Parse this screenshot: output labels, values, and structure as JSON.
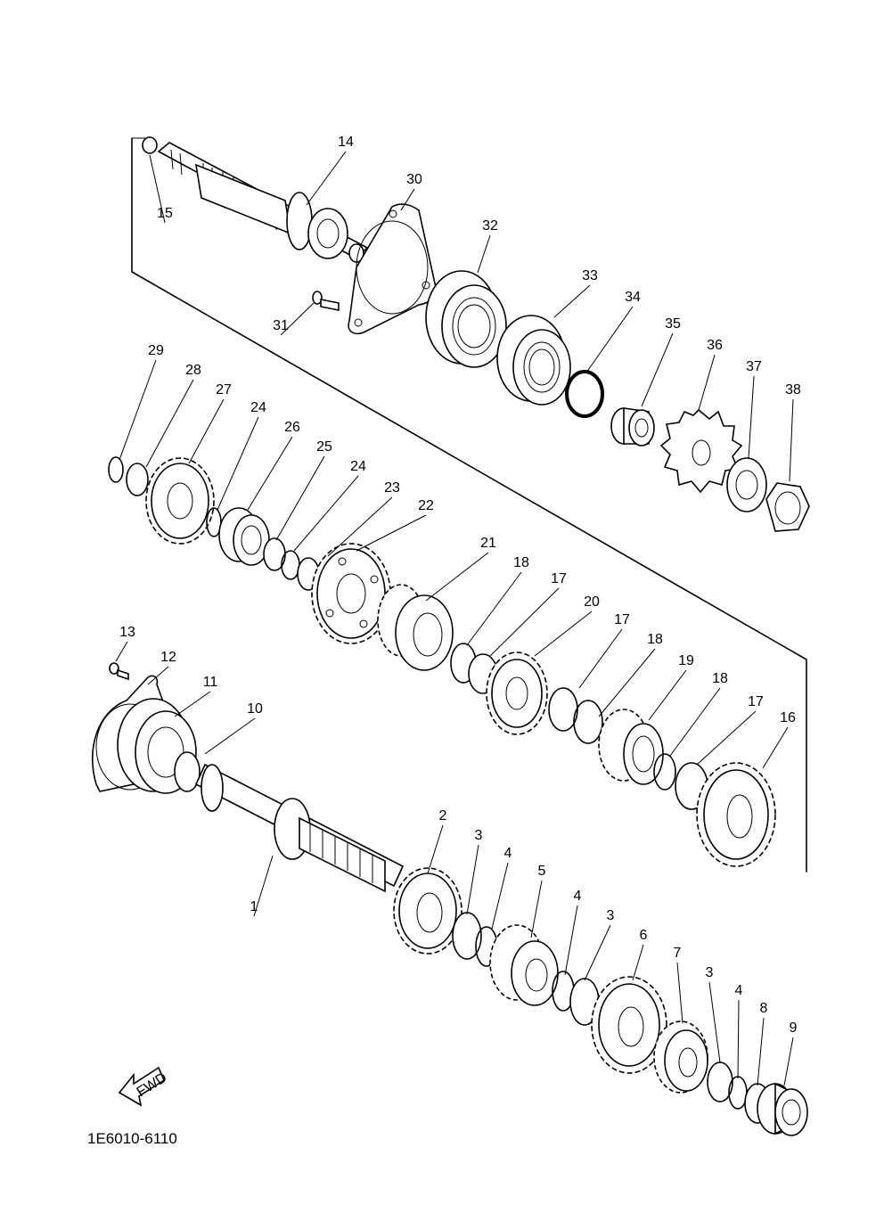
{
  "diagram": {
    "part_code": "1E6010-6110",
    "fwd_label": "FWD",
    "labels": [
      "1",
      "2",
      "3",
      "4",
      "5",
      "4",
      "3",
      "6",
      "7",
      "3",
      "4",
      "8",
      "9",
      "10",
      "11",
      "12",
      "13",
      "14",
      "15",
      "16",
      "17",
      "18",
      "19",
      "18",
      "17",
      "20",
      "17",
      "18",
      "21",
      "22",
      "23",
      "24",
      "25",
      "26",
      "24",
      "27",
      "28",
      "29",
      "30",
      "31",
      "32",
      "33",
      "34",
      "35",
      "36",
      "37",
      "38"
    ]
  }
}
